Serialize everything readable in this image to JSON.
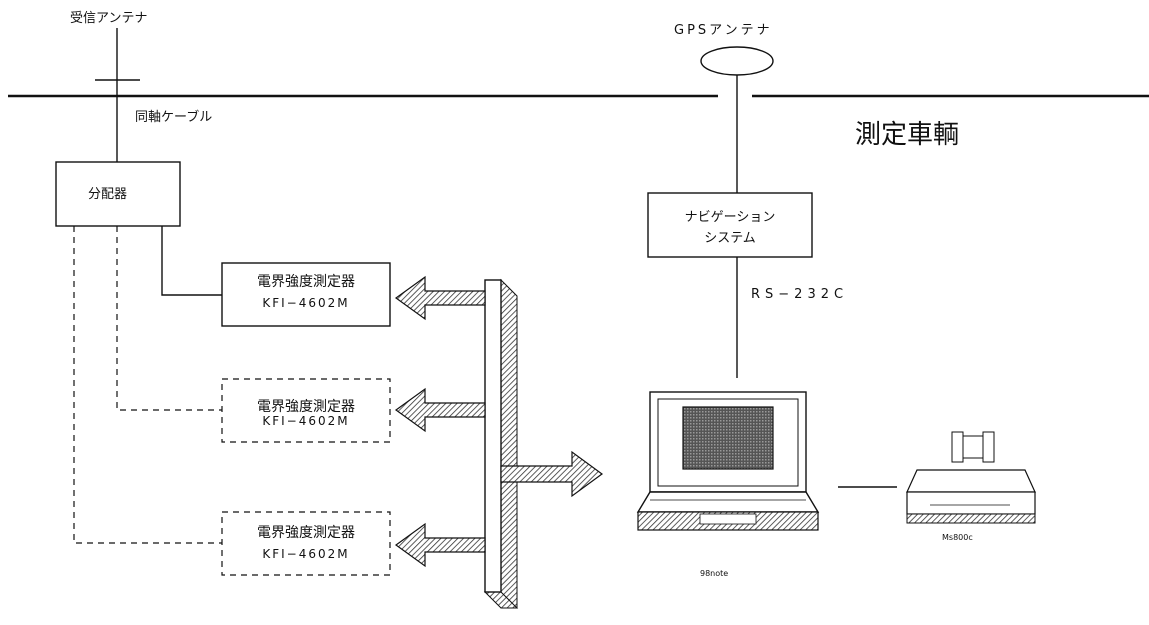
{
  "labels": {
    "rx_antenna": "受信アンテナ",
    "gps_antenna": "GPSアンテナ",
    "coax_cable": "同軸ケーブル",
    "vehicle": "測定車輌",
    "splitter": "分配器",
    "navigation_line1": "ナビゲーション",
    "navigation_line2": "システム",
    "rs232c": "RS−232C",
    "laptop_caption": "98note",
    "printer_caption": "Ms800c"
  },
  "meters": [
    {
      "name": "電界強度測定器",
      "model": "KFI−4602M"
    },
    {
      "name": "電界強度測定器",
      "model": "KFI−4602M"
    },
    {
      "name": "電界強度測定器",
      "model": "KFI−4602M"
    }
  ],
  "colors": {
    "line": "#111111",
    "background": "#ffffff",
    "hatch": "#333333"
  }
}
